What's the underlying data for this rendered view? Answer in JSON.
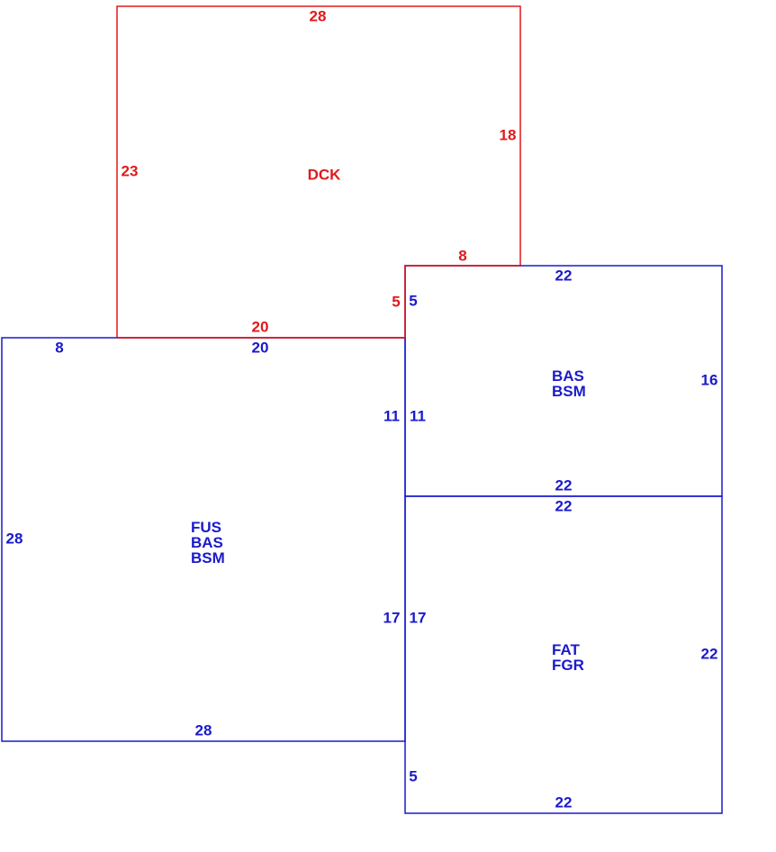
{
  "colors": {
    "deck": "#e0191b",
    "structure": "#1a1acc"
  },
  "deck": {
    "code": "DCK",
    "top": "28",
    "left": "23",
    "right": "18",
    "lower_right_top": "8",
    "step": "5",
    "bottom": "20"
  },
  "main_house": {
    "codes": [
      "FUS",
      "BAS",
      "BSM"
    ],
    "top_left": "8",
    "top_right": "20",
    "left": "28",
    "right_upper": "11",
    "right_lower": "17",
    "bottom": "28"
  },
  "basement_addition": {
    "codes": [
      "BAS",
      "BSM"
    ],
    "top": "22",
    "left_step": "5",
    "left": "11",
    "right": "16",
    "bottom": "22"
  },
  "garage": {
    "codes": [
      "FAT",
      "FGR"
    ],
    "top": "22",
    "left": "17",
    "left_lower": "5",
    "right": "22",
    "bottom": "22"
  }
}
